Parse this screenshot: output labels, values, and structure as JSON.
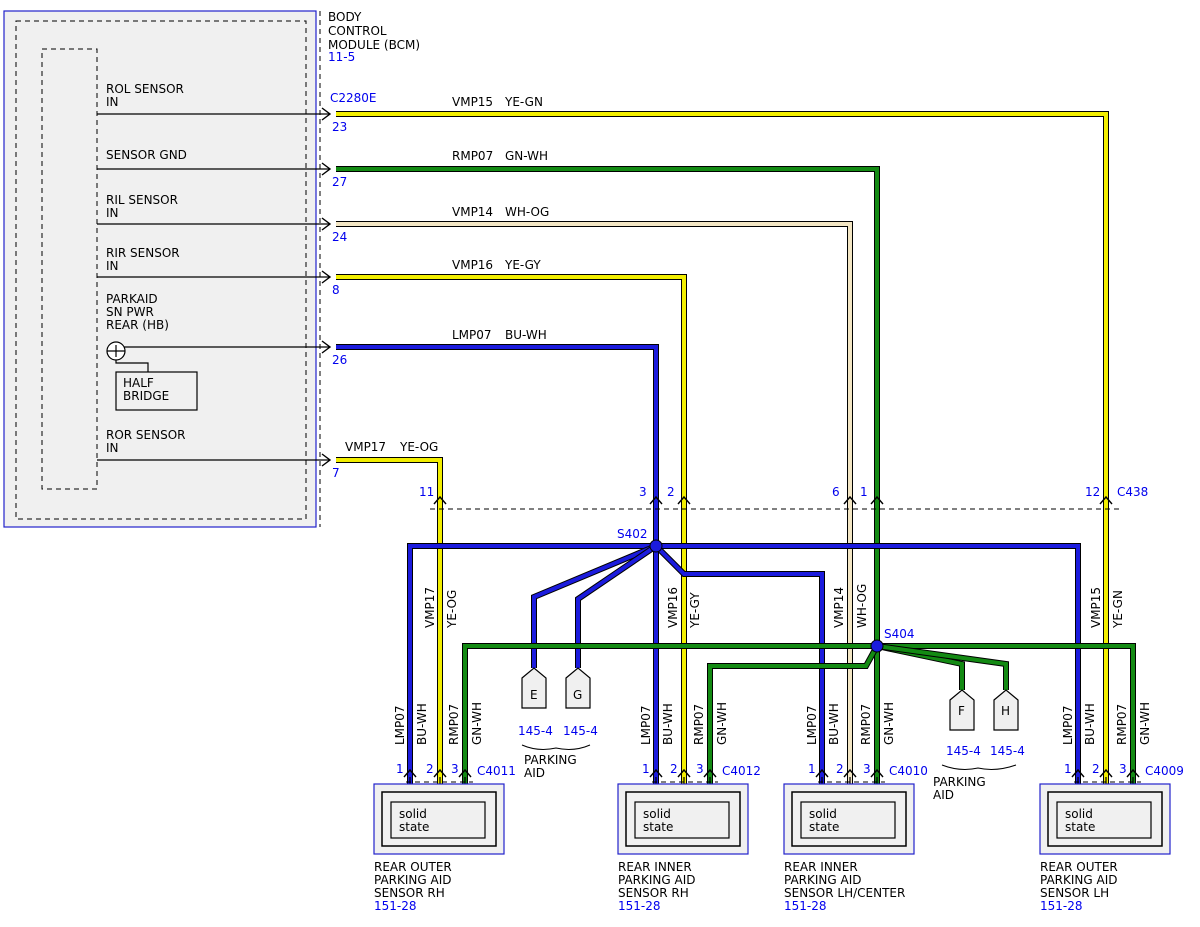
{
  "bcm": {
    "title_lines": [
      "BODY",
      "CONTROL",
      "MODULE (BCM)"
    ],
    "ref": "11-5",
    "connector": "C2280E",
    "signals": [
      {
        "label": [
          "ROL SENSOR",
          "IN"
        ],
        "pin": "23"
      },
      {
        "label": [
          "SENSOR GND"
        ],
        "pin": "27"
      },
      {
        "label": [
          "RIL SENSOR",
          "IN"
        ],
        "pin": "24"
      },
      {
        "label": [
          "RIR SENSOR",
          "IN"
        ],
        "pin": "8"
      },
      {
        "label": [
          "PARKAID",
          "SN PWR",
          "REAR (HB)"
        ],
        "pin": "26"
      },
      {
        "label": [
          "ROR SENSOR",
          "IN"
        ],
        "pin": "7"
      }
    ],
    "half_bridge": [
      "HALF",
      "BRIDGE"
    ]
  },
  "wires": [
    {
      "circuit": "VMP15",
      "color_code": "YE-GN"
    },
    {
      "circuit": "RMP07",
      "color_code": "GN-WH"
    },
    {
      "circuit": "VMP14",
      "color_code": "WH-OG"
    },
    {
      "circuit": "VMP16",
      "color_code": "YE-GY"
    },
    {
      "circuit": "LMP07",
      "color_code": "BU-WH"
    },
    {
      "circuit": "VMP17",
      "color_code": "YE-OG"
    }
  ],
  "c438": {
    "name": "C438",
    "pins": [
      "11",
      "3",
      "2",
      "6",
      "1",
      "12"
    ]
  },
  "splices": {
    "s402": "S402",
    "s404": "S404"
  },
  "vertical_labels": [
    {
      "circuit": "VMP17",
      "color_code": "YE-OG"
    },
    {
      "circuit": "VMP16",
      "color_code": "YE-GY"
    },
    {
      "circuit": "VMP14",
      "color_code": "WH-OG"
    },
    {
      "circuit": "VMP15",
      "color_code": "YE-GN"
    }
  ],
  "off_page": [
    {
      "letter": "E",
      "ref": "145-4"
    },
    {
      "letter": "G",
      "ref": "145-4"
    },
    {
      "letter": "F",
      "ref": "145-4"
    },
    {
      "letter": "H",
      "ref": "145-4"
    }
  ],
  "parking_aid_label": [
    "PARKING",
    "AID"
  ],
  "sensors": [
    {
      "connector": "C4011",
      "pins": [
        "1",
        "2",
        "3"
      ],
      "wire_labels": [
        "LMP07",
        "BU-WH",
        "RMP07",
        "GN-WH"
      ],
      "inner": [
        "solid",
        "state"
      ],
      "name": [
        "REAR OUTER",
        "PARKING AID",
        "SENSOR RH"
      ],
      "ref": "151-28"
    },
    {
      "connector": "C4012",
      "pins": [
        "1",
        "2",
        "3"
      ],
      "wire_labels": [
        "LMP07",
        "BU-WH",
        "RMP07",
        "GN-WH"
      ],
      "inner": [
        "solid",
        "state"
      ],
      "name": [
        "REAR INNER",
        "PARKING AID",
        "SENSOR RH"
      ],
      "ref": "151-28"
    },
    {
      "connector": "C4010",
      "pins": [
        "1",
        "2",
        "3"
      ],
      "wire_labels": [
        "LMP07",
        "BU-WH",
        "RMP07",
        "GN-WH"
      ],
      "inner": [
        "solid",
        "state"
      ],
      "name": [
        "REAR INNER",
        "PARKING AID",
        "SENSOR LH/CENTER"
      ],
      "ref": "151-28"
    },
    {
      "connector": "C4009",
      "pins": [
        "1",
        "2",
        "3"
      ],
      "wire_labels": [
        "LMP07",
        "BU-WH",
        "RMP07",
        "GN-WH"
      ],
      "inner": [
        "solid",
        "state"
      ],
      "name": [
        "REAR OUTER",
        "PARKING AID",
        "SENSOR LH"
      ],
      "ref": "151-28"
    }
  ],
  "colors": {
    "yellow": "#f2ee00",
    "green": "#138a13",
    "blue": "#1b1bdd",
    "white_orange": "#f3e6c4",
    "link_blue": "#0000ee"
  }
}
